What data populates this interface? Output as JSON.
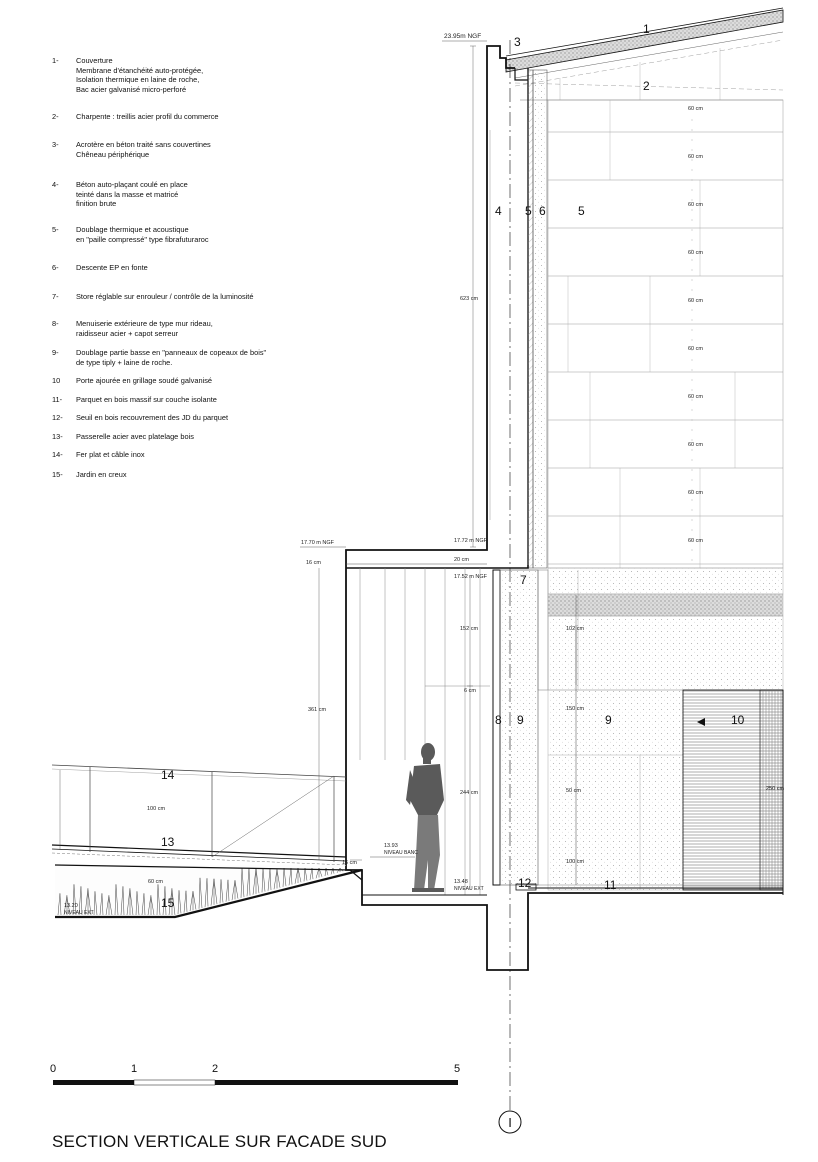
{
  "title": "SECTION VERTICALE SUR FACADE SUD",
  "legend": [
    {
      "num": "1-",
      "lines": [
        "Couverture",
        "Membrane d'étanchéité auto-protégée,",
        "Isolation thermique en laine de roche,",
        "Bac acier galvanisé micro-perforé"
      ]
    },
    {
      "num": "2-",
      "lines": [
        "Charpente : treillis acier profil du commerce"
      ]
    },
    {
      "num": "3-",
      "lines": [
        "Acrotère en béton traité sans couvertines",
        "Chêneau périphérique"
      ]
    },
    {
      "num": "4-",
      "lines": [
        "Béton auto-plaçant coulé en place",
        "teinté dans la masse et matricé",
        "finition brute"
      ]
    },
    {
      "num": "5-",
      "lines": [
        "Doublage thermique et acoustique",
        "en \"paille compressé\" type fibrafuturaroc"
      ]
    },
    {
      "num": "6-",
      "lines": [
        "Descente EP en fonte"
      ]
    },
    {
      "num": "7-",
      "lines": [
        "Store réglable sur enrouleur / contrôle de la luminosité"
      ]
    },
    {
      "num": "8-",
      "lines": [
        "Menuiserie extérieure de type mur rideau,",
        "raidisseur acier + capot serreur"
      ]
    },
    {
      "num": "9-",
      "lines": [
        "Doublage partie basse  en \"panneaux de copeaux de bois\"",
        "de type tiply + laine de roche."
      ]
    },
    {
      "num": "10",
      "lines": [
        "Porte ajourée en grillage soudé galvanisé"
      ]
    },
    {
      "num": "11-",
      "lines": [
        "Parquet en bois massif sur couche isolante"
      ]
    },
    {
      "num": "12-",
      "lines": [
        "Seuil en bois  recouvrement des JD du parquet"
      ]
    },
    {
      "num": "13-",
      "lines": [
        "Passerelle acier avec platelage bois"
      ]
    },
    {
      "num": "14-",
      "lines": [
        "Fer plat et câble inox"
      ]
    },
    {
      "num": "15-",
      "lines": [
        "Jardin en creux"
      ]
    }
  ],
  "levels": {
    "top": "23.95m NGF",
    "parapet_left": "17.70 m NGF",
    "slab_top": "17.72 m NGF",
    "slab_bottom": "17.52 m NGF",
    "banc": "13.93",
    "banc_label": "NIVEAU BANC",
    "ext": "13.48",
    "ext_label": "NIVEAU EXT",
    "ext_left": "13.20",
    "ext_left_label": "NIVEAU EXT"
  },
  "dimensions": {
    "panel": "60 cm",
    "tall_wall": "623 cm",
    "slab": "20 cm",
    "slab_left": "16 cm",
    "d152": "152 cm",
    "d6": "6 cm",
    "d244": "244 cm",
    "d361": "361 cm",
    "d102": "102 cm",
    "d150": "150 cm",
    "d50": "50 cm",
    "d100": "100 cm",
    "d250": "250 cm",
    "rail": "100 cm",
    "step": "16 cm",
    "garden": "60 cm"
  },
  "tags": {
    "t1": "1",
    "t2": "2",
    "t3": "3",
    "t4": "4",
    "t5a": "5",
    "t6": "6",
    "t5b": "5",
    "t7": "7",
    "t8": "8",
    "t9a": "9",
    "t9b": "9",
    "t10": "10",
    "t11": "11",
    "t12": "12",
    "t13": "13",
    "t14": "14",
    "t15": "15"
  },
  "scale_bar": [
    "0",
    "1",
    "2",
    "5"
  ],
  "axis_label": "I",
  "colors": {
    "line": "#111111",
    "hatch": "#9a9a9a",
    "light": "#c8c8c8"
  }
}
